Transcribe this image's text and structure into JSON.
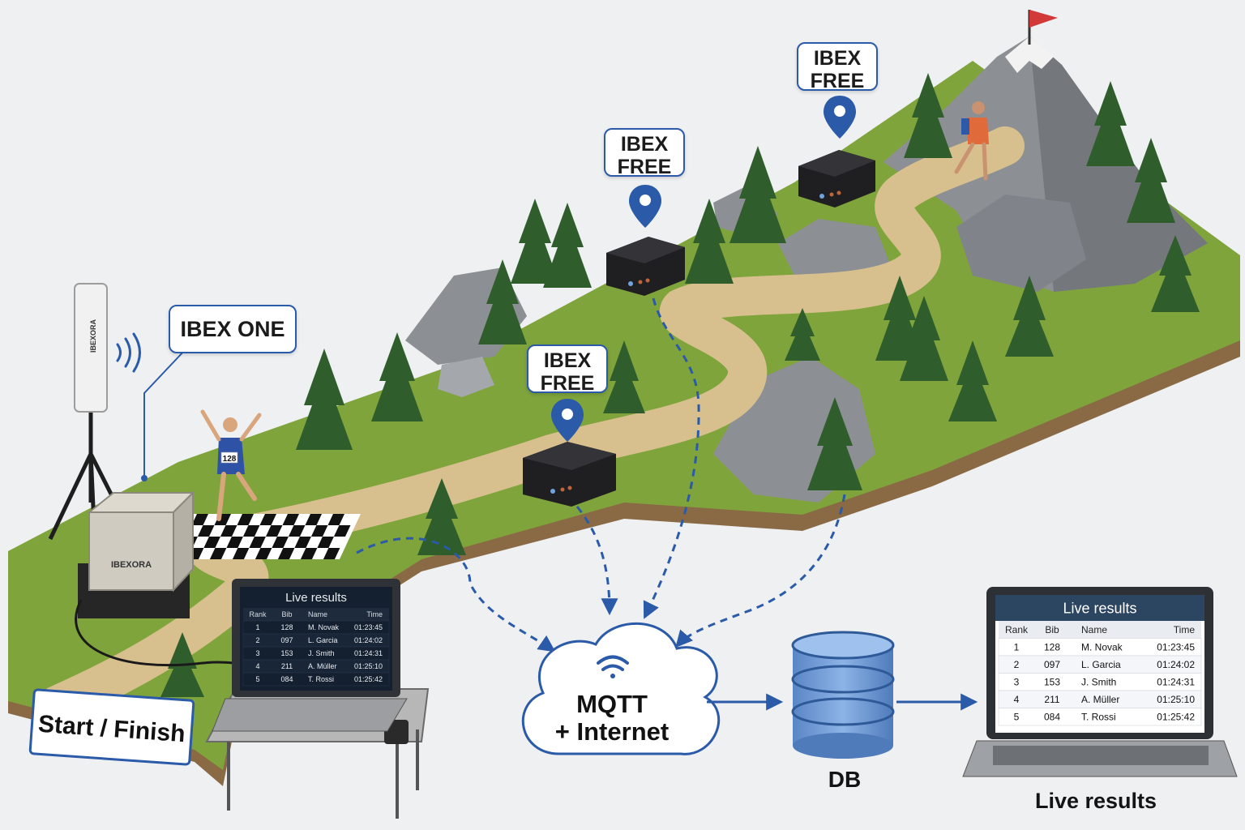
{
  "callouts": {
    "ibex_one": "IBEX ONE",
    "ibex_free_line1": "IBEX",
    "ibex_free_line2": "FREE"
  },
  "labels": {
    "start_finish": "Start / Finish",
    "cloud_line1": "MQTT",
    "cloud_line2": "+ Internet",
    "db": "DB",
    "live_results": "Live results",
    "brand": "IBEXORA"
  },
  "runner_bib": "128",
  "live_results": {
    "title": "Live results",
    "headers": [
      "Rank",
      "Bib",
      "Name",
      "Time"
    ],
    "rows": [
      [
        "1",
        "128",
        "M. Novak",
        "01:23:45"
      ],
      [
        "2",
        "097",
        "L. Garcia",
        "01:24:02"
      ],
      [
        "3",
        "153",
        "J. Smith",
        "01:24:31"
      ],
      [
        "4",
        "211",
        "A. Müller",
        "01:25:10"
      ],
      [
        "5",
        "084",
        "T. Rossi",
        "01:25:42"
      ]
    ]
  },
  "colors": {
    "accent": "#2a5aa8",
    "grass": "#7fa43c",
    "trail": "#d8c08e",
    "rock": "#8c8f93",
    "tree": "#2f5e2c",
    "db": "#6f9ad4"
  }
}
